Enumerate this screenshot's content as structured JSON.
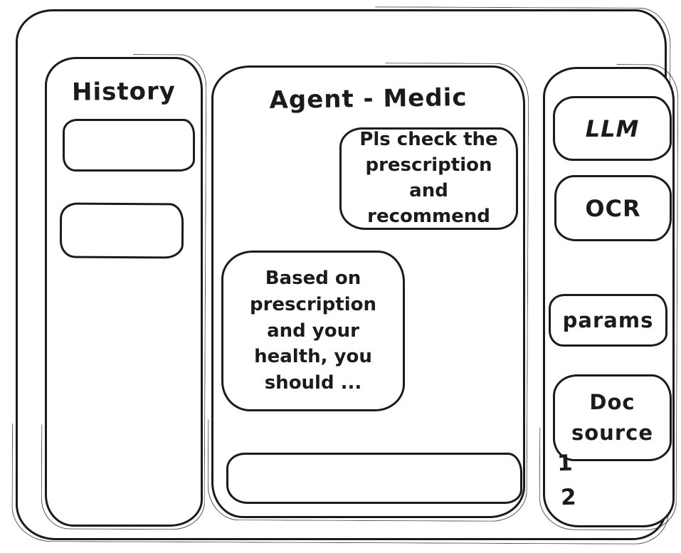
{
  "colors": {
    "ink": "#1b1b1b",
    "background": "#ffffff"
  },
  "history_panel": {
    "title": "History",
    "items": [
      {
        "label": ""
      },
      {
        "label": ""
      }
    ]
  },
  "chat_panel": {
    "title": "Agent - Medic",
    "messages": [
      {
        "role": "user",
        "align": "right",
        "text": "Pls check the prescription and recommend"
      },
      {
        "role": "assistant",
        "align": "left",
        "text": "Based on prescription and your health, you should ..."
      }
    ],
    "input": {
      "value": ""
    }
  },
  "tools_panel": {
    "buttons": [
      {
        "label": "LLM"
      },
      {
        "label": "OCR"
      },
      {
        "label": "params"
      },
      {
        "label": "Doc source"
      }
    ],
    "footnotes": [
      "1",
      "2"
    ]
  }
}
